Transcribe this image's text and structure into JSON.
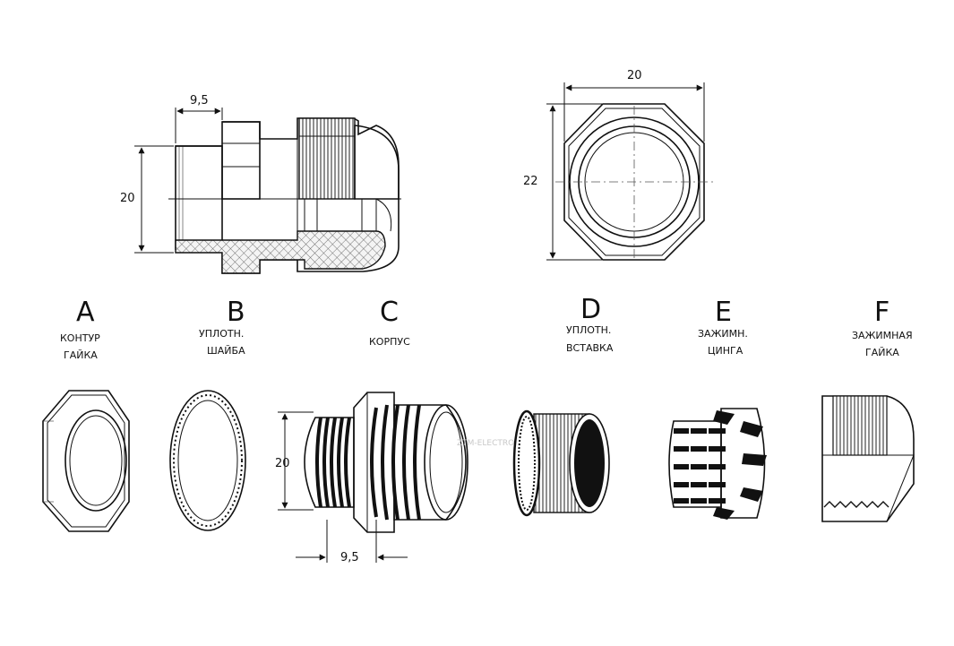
{
  "dimensions": {
    "side_thread_length": "9,5",
    "side_height": "20",
    "top_width": "20",
    "top_height": "22",
    "body_height": "20",
    "body_thread_length": "9,5"
  },
  "parts": [
    {
      "letter": "A",
      "caption_line1": "КОНТУР",
      "caption_line2": "ГАЙКА"
    },
    {
      "letter": "B",
      "caption_line1": "УПЛОТН.",
      "caption_line2": "ШАЙБА"
    },
    {
      "letter": "C",
      "caption_line1": "КОРПУС",
      "caption_line2": ""
    },
    {
      "letter": "D",
      "caption_line1": "УПЛОТН.",
      "caption_line2": "ВСТАВКА"
    },
    {
      "letter": "E",
      "caption_line1": "ЗАЖИМН.",
      "caption_line2": "ЦИНГА"
    },
    {
      "letter": "F",
      "caption_line1": "ЗАЖИМНАЯ",
      "caption_line2": "ГАЙКА"
    }
  ],
  "watermark": "ZTM-ELECTRO",
  "icons": [
    "cable-gland-side-view",
    "cable-gland-top-view",
    "locknut",
    "sealing-washer",
    "gland-body",
    "sealing-insert",
    "clamping-collet",
    "clamping-nut"
  ]
}
